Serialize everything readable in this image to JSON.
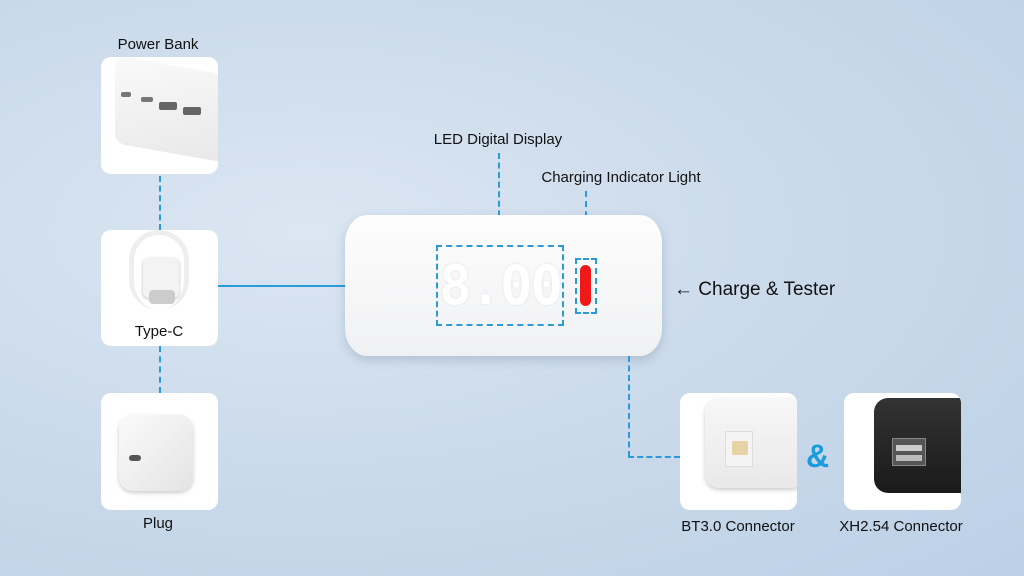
{
  "labels": {
    "power_bank": "Power Bank",
    "type_c": "Type-C",
    "plug": "Plug",
    "led_display": "LED Digital Display",
    "indicator": "Charging Indicator Light",
    "charge_tester": "Charge & Tester",
    "bt30": "BT3.0 Connector",
    "xh254": "XH2.54 Connector",
    "ampersand": "&",
    "display_value": "8.00",
    "arrow": "←"
  },
  "colors": {
    "accent": "#2a9ad8",
    "indicator": "#f01818",
    "ampersand": "#1a9be0"
  }
}
